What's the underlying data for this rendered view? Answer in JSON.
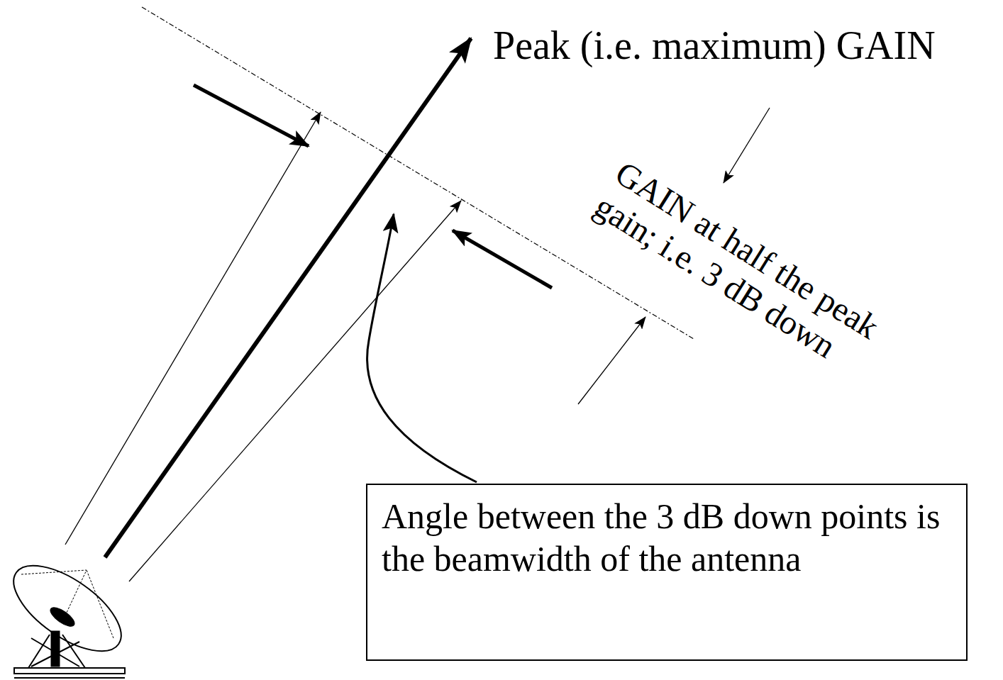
{
  "diagram": {
    "nodes": [
      {
        "text": [
          "Angle between the 3 dB down points is the beamwidth of the antenna"
        ]
      }
    ],
    "labels": [
      "Peak (i.e. maximum) GAIN",
      "GAIN at half the peak gain; i.e. 3 dB down"
    ]
  }
}
